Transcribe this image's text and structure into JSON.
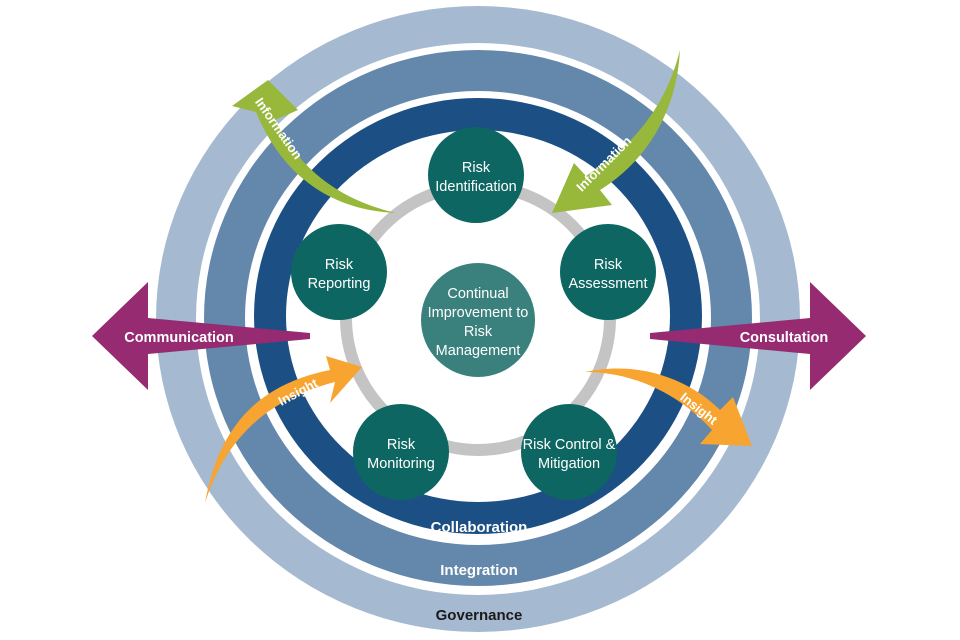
{
  "diagram": {
    "rings": [
      {
        "id": "governance",
        "label": "Governance",
        "color": "#a5b9d0",
        "text_color": "#1a1a1a"
      },
      {
        "id": "integration",
        "label": "Integration",
        "color": "#6488ac",
        "text_color": "#ffffff"
      },
      {
        "id": "collaboration",
        "label": "Collaboration",
        "color": "#1c4f84",
        "text_color": "#ffffff"
      }
    ],
    "cycle_ring_color": "#c4c4c4",
    "center": {
      "lines": [
        "Continual",
        "Improvement to",
        "Risk",
        "Management"
      ],
      "color": "#3a817d"
    },
    "nodes": [
      {
        "id": "risk-identification",
        "lines": [
          "Risk",
          "Identification"
        ],
        "color": "#0d6661"
      },
      {
        "id": "risk-assessment",
        "lines": [
          "Risk",
          "Assessment"
        ],
        "color": "#0d6661"
      },
      {
        "id": "risk-control-mitigation",
        "lines": [
          "Risk Control &",
          "Mitigation"
        ],
        "color": "#0d6661"
      },
      {
        "id": "risk-monitoring",
        "lines": [
          "Risk",
          "Monitoring"
        ],
        "color": "#0d6661"
      },
      {
        "id": "risk-reporting",
        "lines": [
          "Risk",
          "Reporting"
        ],
        "color": "#0d6661"
      }
    ],
    "side_arrows": {
      "left": {
        "label": "Communication",
        "direction": "left",
        "color": "#962b72"
      },
      "right": {
        "label": "Consultation",
        "direction": "right",
        "color": "#962b72"
      }
    },
    "flow_arrows": [
      {
        "id": "information-out",
        "label": "Information",
        "direction": "outward",
        "color": "#97b83b"
      },
      {
        "id": "information-in",
        "label": "Information",
        "direction": "inward",
        "color": "#97b83b"
      },
      {
        "id": "insight-in",
        "label": "Insight",
        "direction": "inward",
        "color": "#f7a431"
      },
      {
        "id": "insight-out",
        "label": "Insight",
        "direction": "outward",
        "color": "#f7a431"
      }
    ]
  }
}
